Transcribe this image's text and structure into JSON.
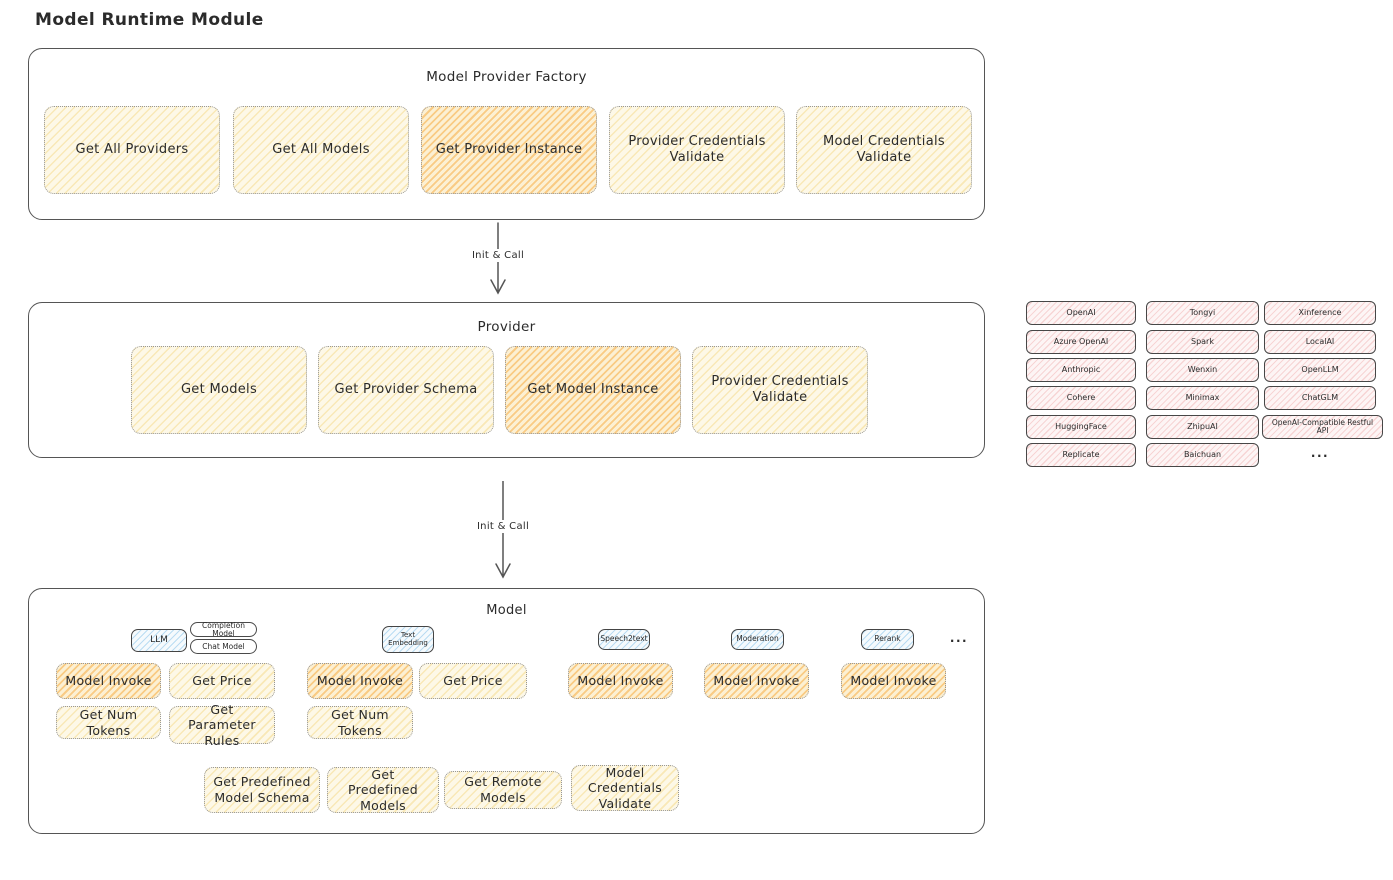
{
  "diagram": {
    "title": "Model Runtime Module",
    "factory": {
      "title": "Model Provider Factory",
      "buttons": [
        {
          "label": "Get All Providers"
        },
        {
          "label": "Get All Models"
        },
        {
          "label": "Get Provider Instance"
        },
        {
          "label": "Provider Credentials Validate"
        },
        {
          "label": "Model Credentials Validate"
        }
      ]
    },
    "arrow1_label": "Init & Call",
    "arrow2_label": "Init & Call",
    "provider": {
      "title": "Provider",
      "buttons": [
        {
          "label": "Get Models"
        },
        {
          "label": "Get Provider Schema"
        },
        {
          "label": "Get Model Instance"
        },
        {
          "label": "Provider Credentials Validate"
        }
      ]
    },
    "providers_list": {
      "col1": [
        "OpenAI",
        "Azure OpenAI",
        "Anthropic",
        "Cohere",
        "HuggingFace",
        "Replicate"
      ],
      "col2": [
        "Tongyi",
        "Spark",
        "Wenxin",
        "Minimax",
        "ZhipuAI",
        "Baichuan"
      ],
      "col3": [
        "Xinference",
        "LocalAI",
        "OpenLLM",
        "ChatGLM",
        "OpenAI-Compatible Restful API"
      ],
      "more": "..."
    },
    "model": {
      "title": "Model",
      "type_pills": [
        "LLM",
        "Completion Model",
        "Chat Model",
        "Text Embedding",
        "Speech2text",
        "Moderation",
        "Rerank"
      ],
      "more": "...",
      "llm_buttons": [
        "Model Invoke",
        "Get Price",
        "Get Num Tokens",
        "Get Parameter Rules"
      ],
      "embedding_buttons": [
        "Model Invoke",
        "Get Price",
        "Get Num Tokens"
      ],
      "speech2text_buttons": [
        "Model Invoke"
      ],
      "moderation_buttons": [
        "Model Invoke"
      ],
      "rerank_buttons": [
        "Model Invoke"
      ],
      "bottom_buttons": [
        "Get Predefined Model Schema",
        "Get Predefined Models",
        "Get Remote Models",
        "Model Credentials Validate"
      ]
    },
    "colors": {
      "yellow_fill": "#fdf8e7",
      "orange_highlight": "#f7b759",
      "blue_fill": "#89c4ea",
      "pink_fill": "#eea4a4",
      "stroke": "#555555"
    }
  }
}
